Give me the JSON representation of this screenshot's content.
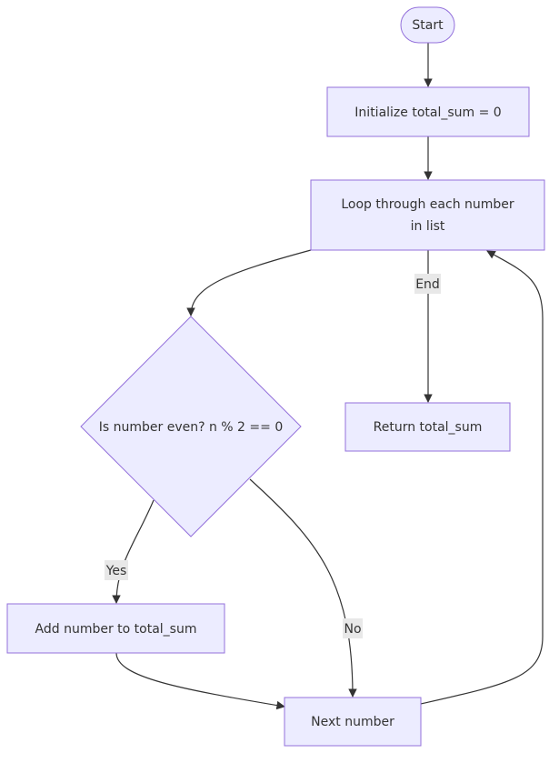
{
  "flowchart": {
    "nodes": {
      "start": {
        "label": "Start"
      },
      "init": {
        "label": "Initialize total_sum = 0"
      },
      "loop": {
        "line1": "Loop through each number",
        "line2": "in list"
      },
      "decision": {
        "label": "Is number even? n % 2 == 0"
      },
      "return": {
        "label": "Return total_sum"
      },
      "add": {
        "label": "Add number to total_sum"
      },
      "next": {
        "label": "Next number"
      }
    },
    "edges": {
      "end_label": "End",
      "yes_label": "Yes",
      "no_label": "No"
    },
    "colors": {
      "node_fill": "#ececff",
      "node_stroke": "#9370db",
      "edge": "#333333",
      "edge_label_bg": "#e8e8e8",
      "text": "#333333"
    }
  }
}
